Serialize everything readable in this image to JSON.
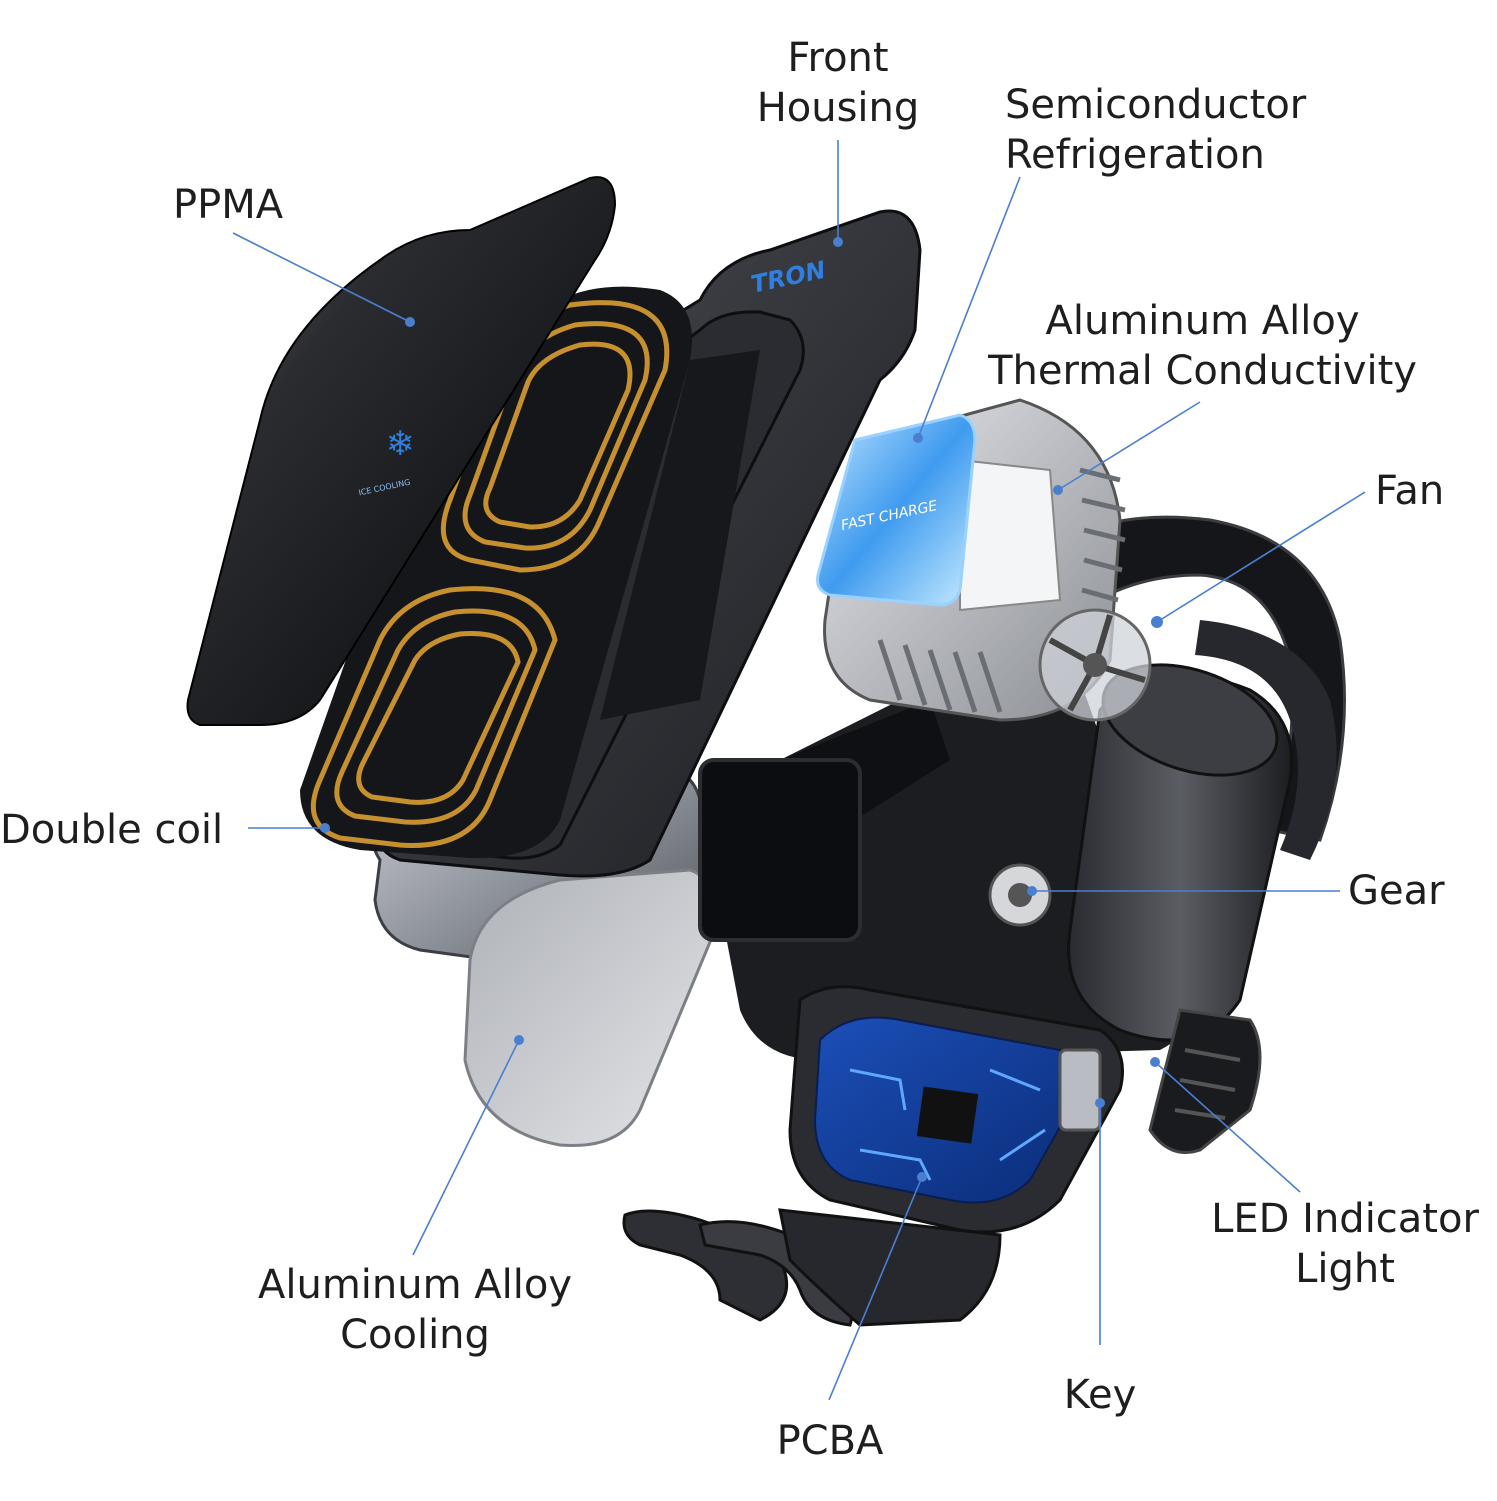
{
  "diagram": {
    "product_brand": "TRON",
    "pad_text": "ICE COOLING",
    "peltier_text": "FAST CHARGE",
    "leader_color": "#4a7fd0",
    "accent_blue": "#2f7fe0",
    "labels": {
      "front_housing": [
        "Front",
        "Housing"
      ],
      "semiconductor": [
        "Semiconductor",
        "Refrigeration"
      ],
      "ppma": "PPMA",
      "aluminum_thermal": [
        "Aluminum Alloy",
        "Thermal Conductivity"
      ],
      "fan": "Fan",
      "double_coil": "Double coil",
      "gear": "Gear",
      "led_indicator": [
        "LED Indicator",
        "Light"
      ],
      "aluminum_cooling": [
        "Aluminum Alloy",
        "Cooling"
      ],
      "key": "Key",
      "pcba": "PCBA"
    }
  }
}
